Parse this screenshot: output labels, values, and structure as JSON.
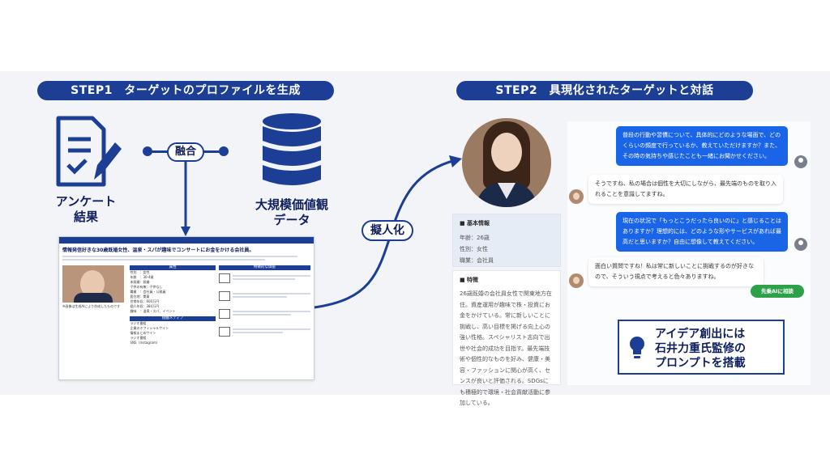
{
  "step1": {
    "label": "STEP1　ターゲットのプロファイルを生成"
  },
  "step2": {
    "label": "STEP2　具現化されたターゲットと対話"
  },
  "left": {
    "survey_label_1": "アンケート",
    "survey_label_2": "結果",
    "db_label_1": "大規模価値観",
    "db_label_2": "データ",
    "fuse_label": "融合",
    "personify_label": "擬人化"
  },
  "doc": {
    "title": "情報発信好きな30歳既婚女性、温泉・スパが趣味でコンサートにお金をかける会社員。",
    "left_caption": "※画像は生成AIにより作成したものです",
    "sec_profile": "属性",
    "sec_features": "特徴的な価値",
    "sec_media": "接触メディア",
    "profile_rows": [
      "性別　：女性",
      "年齢　：30-4歳",
      "未既婚：既婚",
      "子供の有無：子供なし",
      "職業　：会社員・公務員",
      "居住地：関東",
      "世帯年収：600万円",
      "個人年収：384万円",
      "趣味　：温泉・スパ、イベント"
    ],
    "media_rows": [
      "ラジオ番組",
      "企業のオフィシャルサイト",
      "情報まとめサイト",
      "ラジオ番組",
      "SNS（Instagram）"
    ]
  },
  "persona": {
    "basic_head": "■ 基本情報",
    "age": "年齢：26歳",
    "gender": "性別：女性",
    "job": "職業：会社員",
    "feature_head": "■ 特徴",
    "feature_text": "26歳既婚の会社員女性で関東地方在住。資産運用が趣味で株・投資にお金をかけている。常に新しいことに挑戦し、高い目標を掲げる向上心の強い性格。スペシャリスト志向で出世や社会的成功を目指す。最先端技術や個性的なものを好み、健康・美容・ファッションに関心が高く、センスが良いと評価される。SDGsにも積極的で環境・社会貢献活動に参加している。"
  },
  "chat": {
    "q1": "普段の行動や習慣について、具体的にどのような場面で、どのくらいの頻度で行っているか、教えていただけますか？また、その時の気持ちや感じたことも一緒にお聞かせください。",
    "a1": "そうですね、私の場合は個性を大切にしながら、最先端のものを取り入れることを意識してますね。",
    "q2": "現在の状況で「もっとこうだったら良いのに」と感じることはありますか？理想的には、どのような形やサービスがあれば最高だと思いますか？自由に想像して教えてください。",
    "a2": "面白い質問ですね！私は常に新しいことに挑戦するのが好きなので、そういう視点で考えると色々ありますね。",
    "consult_label": "先乗AIに相談"
  },
  "callout": {
    "line1": "アイデア創出には",
    "line2": "石井力重氏監修の",
    "line3": "プロンプトを搭載"
  },
  "colors": {
    "navy": "#1c3f95",
    "chat_blue": "#1a64e8",
    "green": "#2ca14a"
  }
}
